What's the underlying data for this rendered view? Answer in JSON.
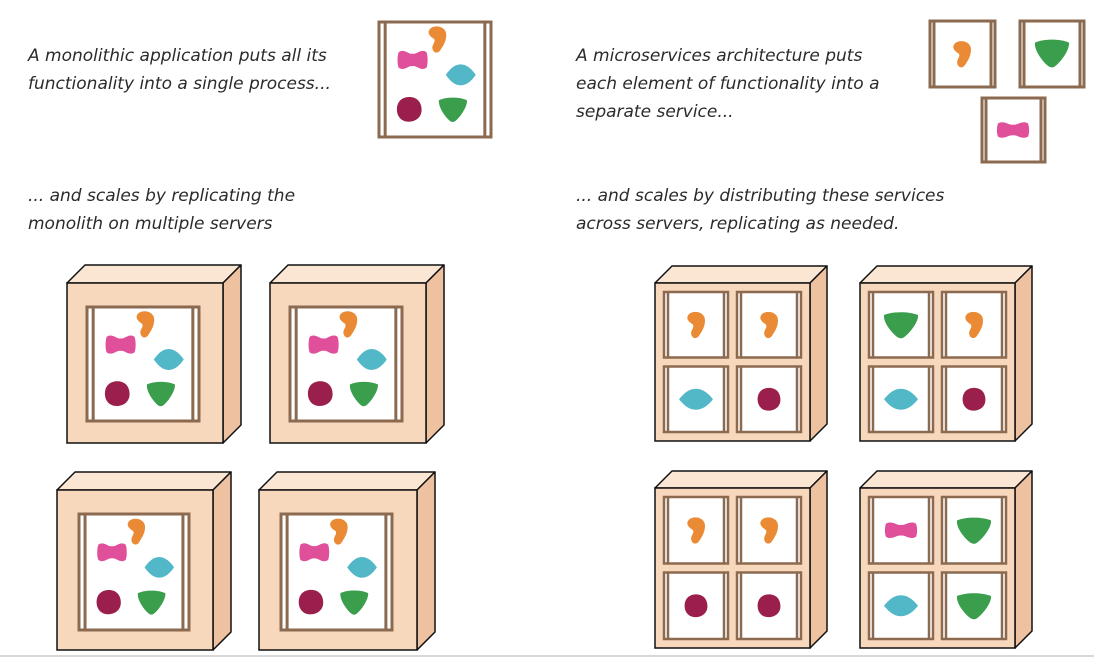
{
  "captions": {
    "monolith_intro": [
      "A monolithic application puts all its",
      "functionality into a single process..."
    ],
    "monolith_scale": [
      "... and scales by replicating the",
      "monolith on multiple servers"
    ],
    "micro_intro": [
      "A microservices architecture puts",
      "each element of functionality into a",
      "separate service..."
    ],
    "micro_scale": [
      "... and scales by distributing these services",
      "across servers, replicating as needed."
    ]
  },
  "colors": {
    "pink": "#e0509a",
    "orange": "#ea8a34",
    "teal": "#52b8c8",
    "maroon": "#9a1f4c",
    "green": "#3a9e4c",
    "frame": "#8b6a50",
    "box_front": "#f8d8bc",
    "box_top": "#fbe6d3",
    "box_side": "#eec2a0",
    "box_stroke": "#111111"
  },
  "microservice_servers": [
    [
      "orange",
      "orange",
      "teal",
      "maroon"
    ],
    [
      "green",
      "orange",
      "teal",
      "maroon"
    ],
    [
      "orange",
      "orange",
      "maroon",
      "maroon"
    ],
    [
      "pink",
      "green",
      "teal",
      "green"
    ]
  ]
}
